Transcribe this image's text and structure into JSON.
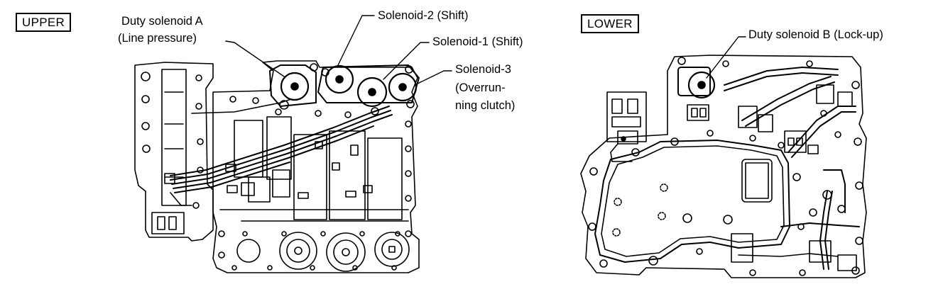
{
  "upper": {
    "tag": "UPPER",
    "callouts": {
      "duty_a_line1": "Duty solenoid A",
      "duty_a_line2": "(Line pressure)",
      "sol2": "Solenoid-2 (Shift)",
      "sol1": "Solenoid-1 (Shift)",
      "sol3_line1": "Solenoid-3",
      "sol3_line2": "(Overrun-",
      "sol3_line3": "ning clutch)"
    }
  },
  "lower": {
    "tag": "LOWER",
    "callouts": {
      "duty_b": "Duty solenoid B (Lock-up)"
    }
  },
  "colors": {
    "ink": "#000000",
    "paper": "#ffffff"
  }
}
